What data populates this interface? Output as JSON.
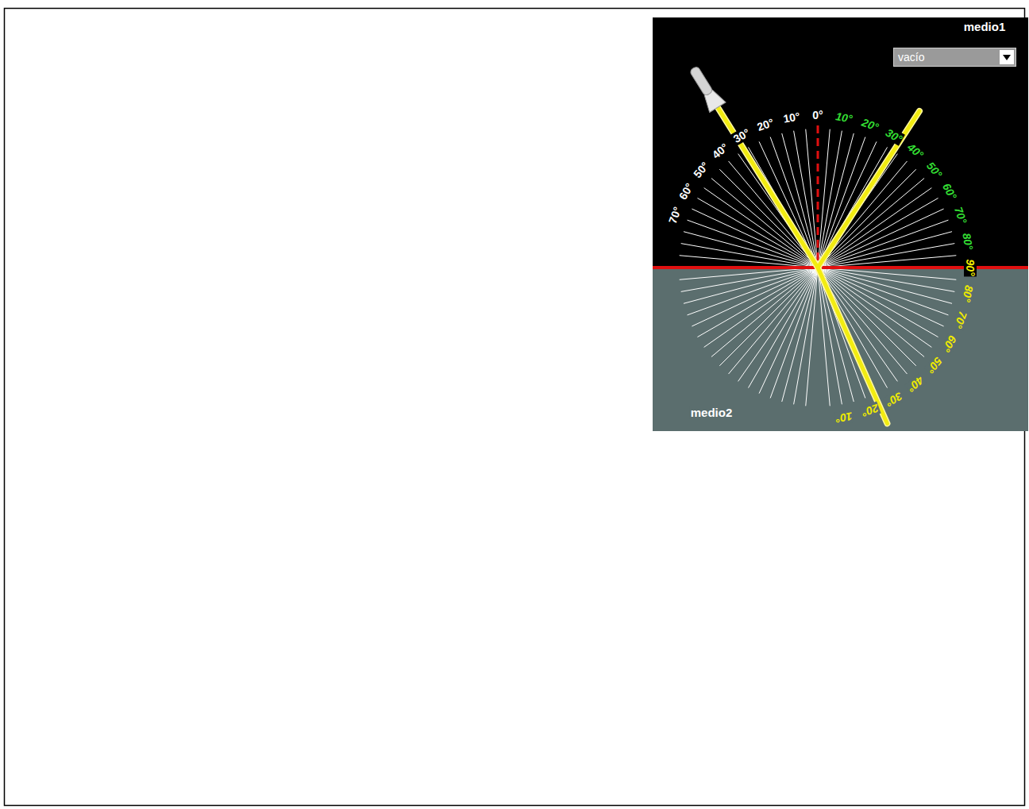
{
  "diagram": {
    "nodes": [
      {
        "text": [
          "vacío"
        ]
      }
    ],
    "labels": [
      "medio1",
      "0°",
      "10°",
      "20°",
      "30°",
      "40°",
      "50°",
      "60°",
      "70°",
      "10°",
      "20°",
      "30°",
      "40°",
      "50°",
      "60°",
      "70°",
      "80°",
      "90°",
      "80°",
      "70°",
      "60°",
      "50°",
      "40°",
      "30°",
      "20°",
      "10°",
      "medio2"
    ]
  }
}
